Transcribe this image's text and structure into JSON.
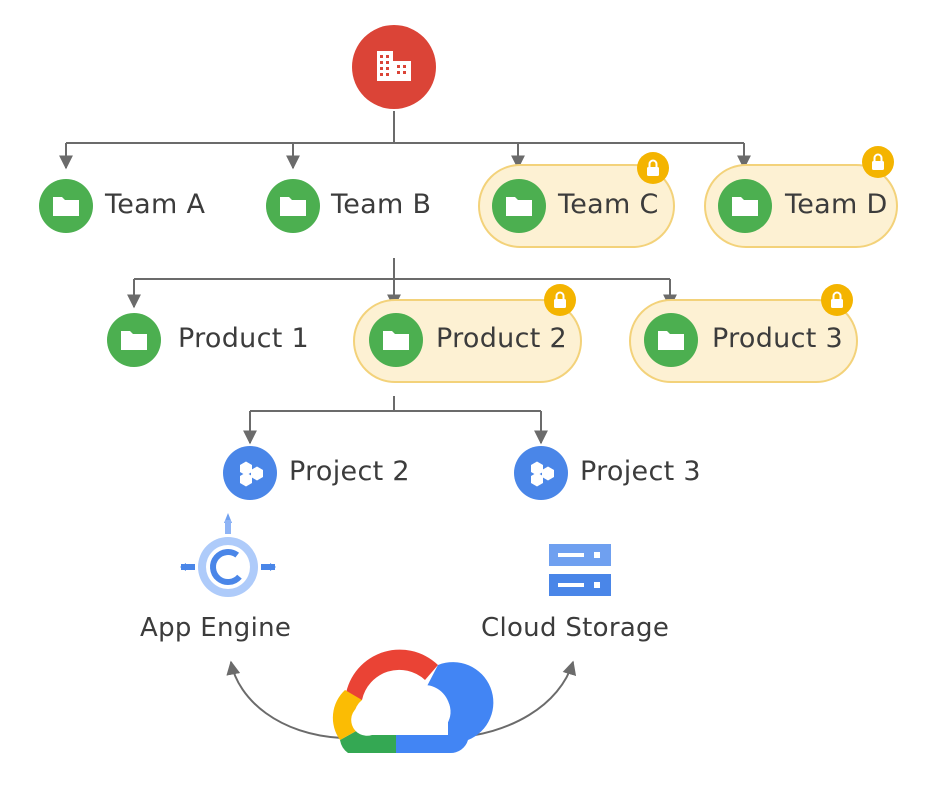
{
  "org": {
    "icon": "building-icon",
    "color": "#db4437"
  },
  "teams": [
    {
      "label": "Team A",
      "restricted": false
    },
    {
      "label": "Team B",
      "restricted": false
    },
    {
      "label": "Team C",
      "restricted": true
    },
    {
      "label": "Team D",
      "restricted": true
    }
  ],
  "products": [
    {
      "label": "Product 1",
      "restricted": false
    },
    {
      "label": "Product 2",
      "restricted": true
    },
    {
      "label": "Product 3",
      "restricted": true
    }
  ],
  "projects": [
    {
      "label": "Project 2"
    },
    {
      "label": "Project 3"
    }
  ],
  "services": [
    {
      "label": "App Engine",
      "icon": "app-engine-icon"
    },
    {
      "label": "Cloud Storage",
      "icon": "cloud-storage-icon"
    }
  ],
  "platform": {
    "icon": "google-cloud-logo"
  },
  "colors": {
    "org": "#db4437",
    "folder": "#4caf50",
    "project": "#4a86e8",
    "restricted_fill": "#fdf1d3",
    "restricted_border": "#f3d27a",
    "lock": "#f4b400",
    "connector": "#6b6b6b"
  }
}
